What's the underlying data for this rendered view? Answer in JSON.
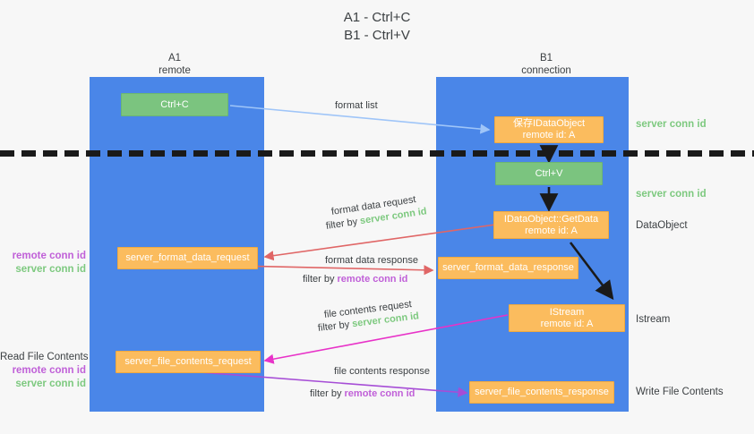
{
  "title": "A1 - Ctrl+C\nB1 - Ctrl+V",
  "columns": [
    {
      "name": "A1",
      "role": "remote",
      "header": "A1\nremote"
    },
    {
      "name": "B1",
      "role": "connection",
      "header": "B1\nconnection"
    }
  ],
  "nodes": {
    "ctrl_c": {
      "line1": "Ctrl+C",
      "line2": ""
    },
    "save_idataobject": {
      "line1": "保存IDataObject",
      "line2": "remote id: A"
    },
    "ctrl_v": {
      "line1": "Ctrl+V",
      "line2": ""
    },
    "getdata": {
      "line1": "IDataObject::GetData",
      "line2": "remote id: A"
    },
    "format_data_request": {
      "line1": "server_format_data_request",
      "line2": ""
    },
    "format_data_response": {
      "line1": "server_format_data_response",
      "line2": ""
    },
    "istream": {
      "line1": "IStream",
      "line2": "remote id: A"
    },
    "file_contents_request": {
      "line1": "server_file_contents_request",
      "line2": ""
    },
    "file_contents_response": {
      "line1": "server_file_contents_response",
      "line2": ""
    }
  },
  "edge_labels": {
    "format_list": "format list",
    "format_data_request": "format data request",
    "format_data_request_filter_prefix": "filter by ",
    "format_data_request_filter_value": "server conn id",
    "format_data_response": "format data response",
    "format_data_response_filter_prefix": "filter by ",
    "format_data_response_filter_value": "remote conn id",
    "file_contents_request": "file contents request",
    "file_contents_request_filter_prefix": "filter by ",
    "file_contents_request_filter_value": "server conn id",
    "file_contents_response": "file contents response",
    "file_contents_response_filter_prefix": "filter by ",
    "file_contents_response_filter_value": "remote conn id"
  },
  "right_labels": {
    "server_conn_id_top": "server conn id",
    "server_conn_id_mid": "server conn id",
    "data_object": "DataObject",
    "istream": "Istream",
    "write_file_contents": "Write File Contents"
  },
  "left_labels": {
    "remote_conn_id_1": "remote conn id",
    "server_conn_id_1": "server conn id",
    "read_file_contents": "Read File Contents",
    "remote_conn_id_2": "remote conn id",
    "server_conn_id_2": "server conn id"
  },
  "colors": {
    "lane": "#4a86e8",
    "node_orange": "#fbbc5e",
    "node_green": "#7bc47f",
    "server_conn_id": "#7dc97f",
    "remote_conn_id": "#c060d8",
    "arrow_blue": "#9fc5f8",
    "arrow_red": "#e06666",
    "arrow_magenta": "#e832c8",
    "arrow_purple": "#a64dd6",
    "arrow_black": "#1a1a1a",
    "background": "#f7f7f7",
    "divider": "#1a1a1a"
  }
}
